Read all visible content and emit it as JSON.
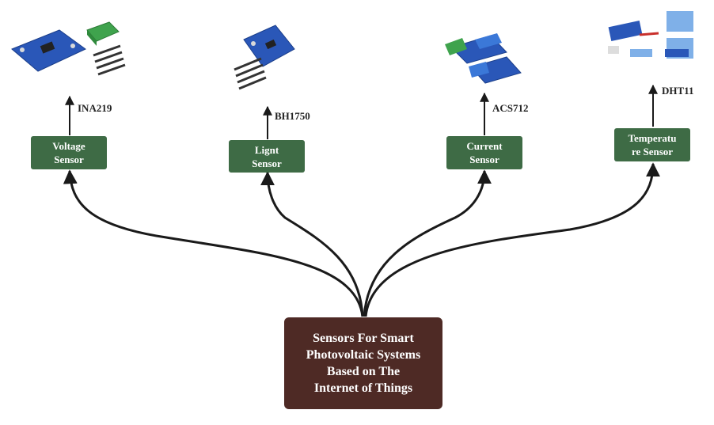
{
  "root": {
    "label": "Sensors For Smart\nPhotovoltaic Systems\nBased on The\nInternet of Things"
  },
  "sensors": [
    {
      "label": "Voltage\nSensor",
      "part": "INA219"
    },
    {
      "label": "Lignt\nSensor",
      "part": "BH1750"
    },
    {
      "label": "Current\nSensor",
      "part": "ACS712"
    },
    {
      "label": "Temperatu\nre Sensor",
      "part": "DHT11"
    }
  ],
  "colors": {
    "sensor_box": "#3e6b45",
    "root_box": "#4e2a25",
    "arrow": "#1a1a1a",
    "board_blue": "#2a57b8",
    "terminal_green": "#3fa34d"
  }
}
